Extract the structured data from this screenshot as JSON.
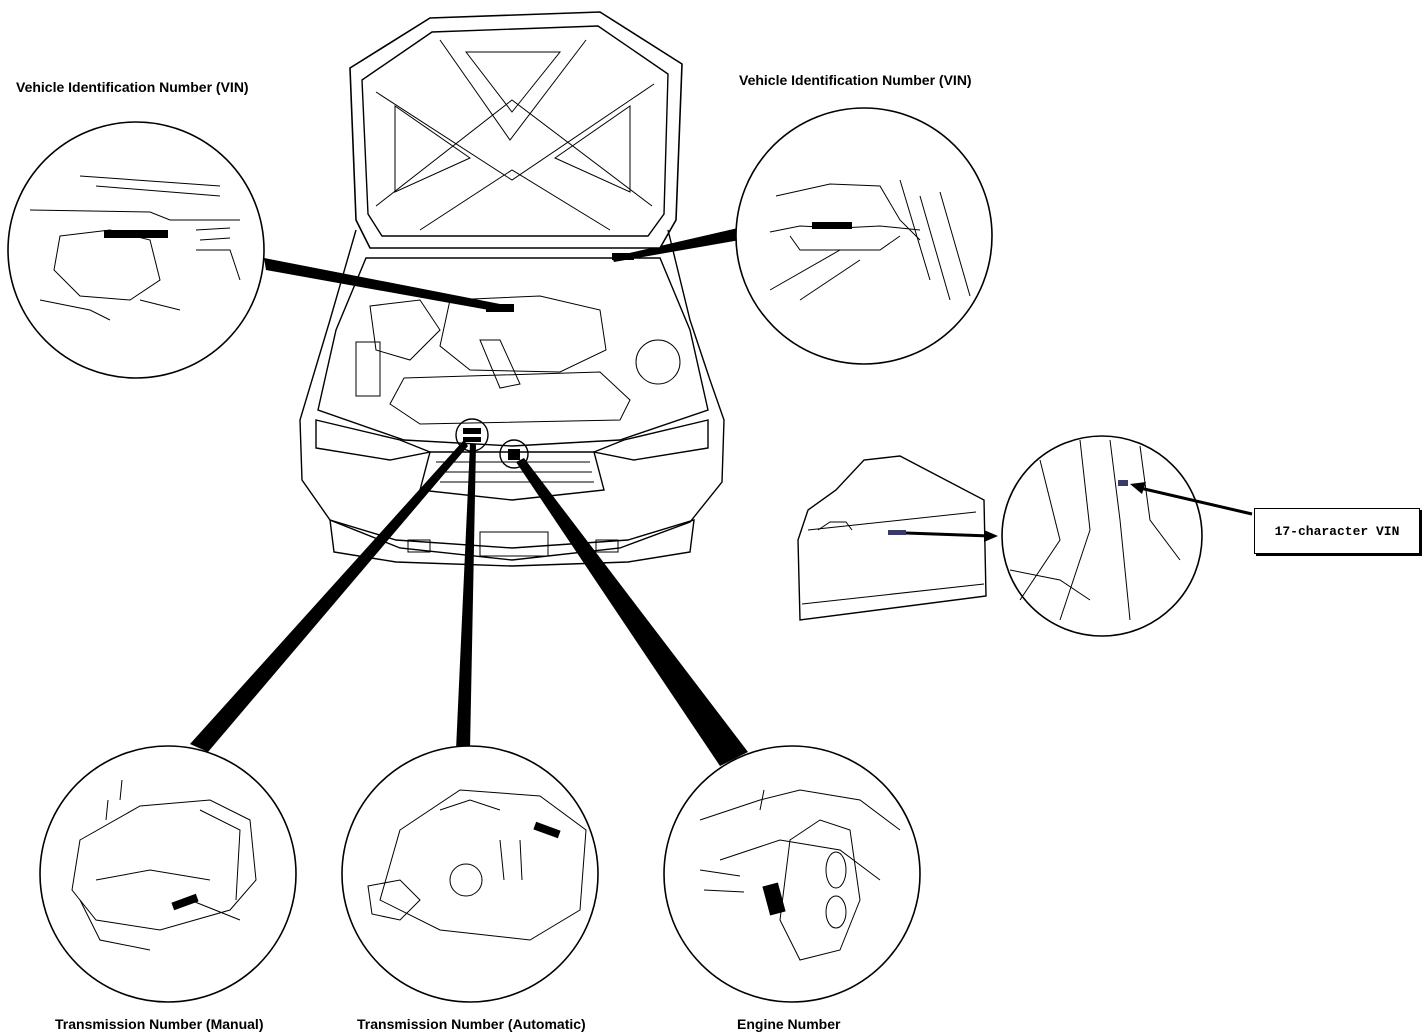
{
  "labels": {
    "vin_left": "Vehicle Identification Number (VIN)",
    "vin_right": "Vehicle Identification Number (VIN)",
    "vin_17": "17-character VIN",
    "trans_manual": "Transmission Number (Manual)",
    "trans_auto": "Transmission Number (Automatic)",
    "engine_number": "Engine Number"
  },
  "colors": {
    "line": "#000000",
    "background": "#ffffff",
    "vin_plate_door": "#3a3a6a"
  }
}
